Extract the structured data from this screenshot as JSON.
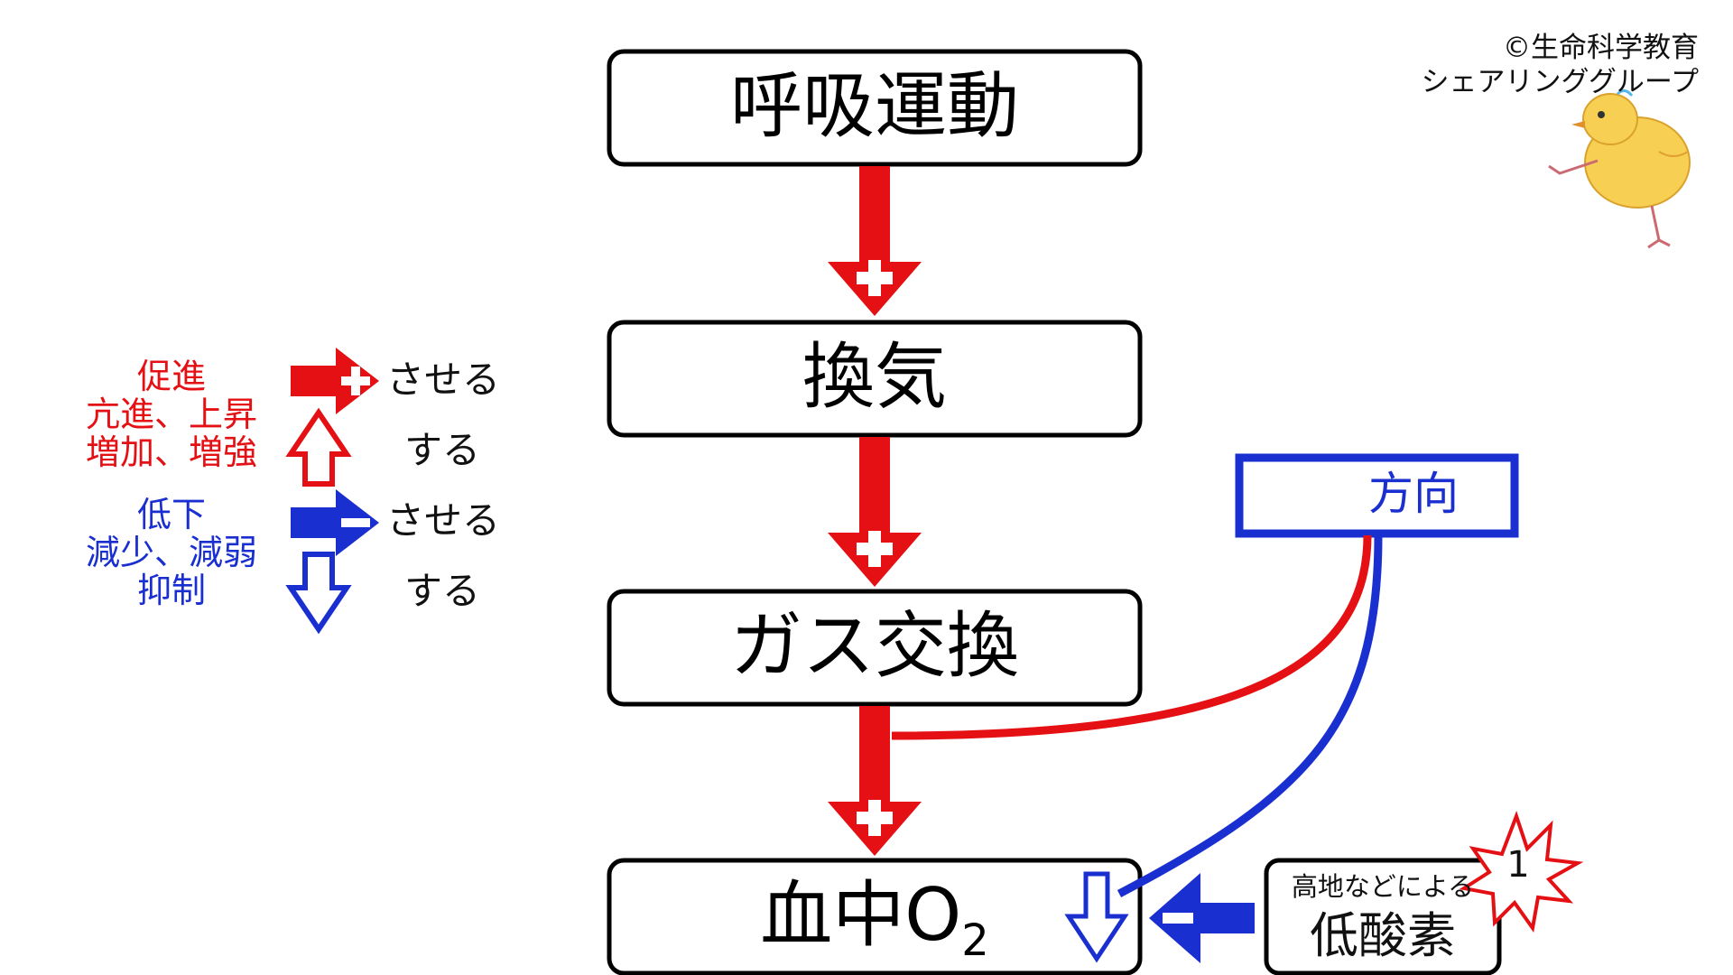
{
  "boxes": {
    "respiration": "呼吸運動",
    "ventilation": "換気",
    "gas_exchange": "ガス交換",
    "blood_o2": "血中O",
    "blood_o2_sub": "2",
    "direction": "方向",
    "hypoxia_small": "高地などによる",
    "hypoxia": "低酸素"
  },
  "legend": {
    "promote_lines": [
      "促進",
      "亢進、上昇",
      "増加、増強"
    ],
    "suppress_lines": [
      "低下",
      "減少、減弱",
      "抑制"
    ],
    "causes": "させる",
    "does": "する"
  },
  "badge": "1",
  "copyright": {
    "line1": "©生命科学教育",
    "line2": "シェアリンググループ"
  },
  "colors": {
    "red": "#e41014",
    "blue": "#1a2fd0",
    "black": "#000000"
  },
  "icons": [
    "plus-icon",
    "minus-icon",
    "up-arrow-icon",
    "down-arrow-icon",
    "chick-icon",
    "star-burst-icon"
  ]
}
